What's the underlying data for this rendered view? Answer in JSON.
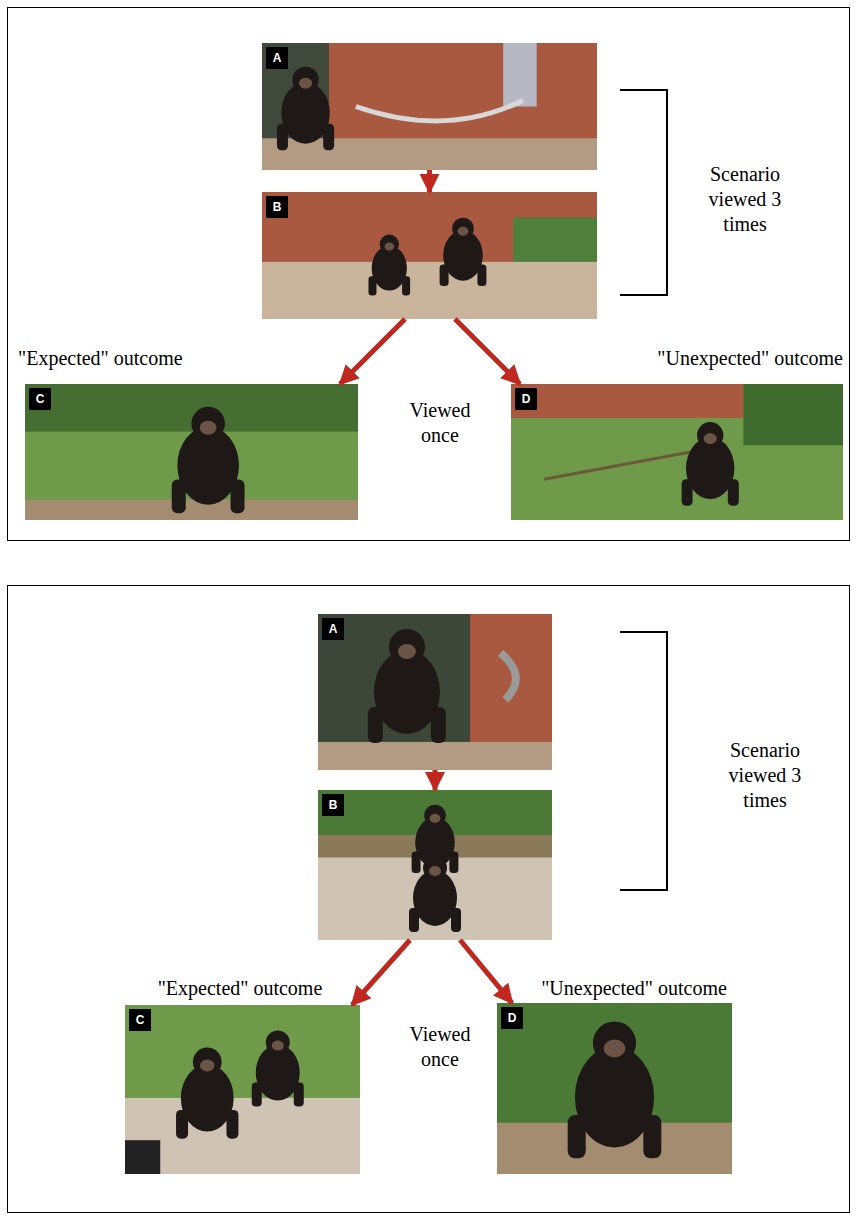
{
  "diagram": {
    "nodes": [
      {
        "text": [
          "A"
        ]
      },
      {
        "text": [
          "B"
        ]
      },
      {
        "text": [
          "C"
        ]
      },
      {
        "text": [
          "D"
        ]
      },
      {
        "text": [
          "A"
        ]
      },
      {
        "text": [
          "B"
        ]
      },
      {
        "text": [
          "C"
        ]
      },
      {
        "text": [
          "D"
        ]
      }
    ],
    "edges": [
      {
        "from": 0,
        "to": 1,
        "arrow": "to"
      },
      {
        "from": 1,
        "to": 2,
        "arrow": "to"
      },
      {
        "from": 1,
        "to": 3,
        "arrow": "to"
      },
      {
        "from": 4,
        "to": 5,
        "arrow": "to"
      },
      {
        "from": 5,
        "to": 6,
        "arrow": "to"
      },
      {
        "from": 5,
        "to": 7,
        "arrow": "to"
      }
    ],
    "labels": [
      "Scenario viewed 3 times",
      "\"Expected\" outcome",
      "Viewed once",
      "\"Unexpected\" outcome",
      "Scenario viewed 3 times",
      "\"Expected\" outcome",
      "Viewed once",
      "\"Unexpected\" outcome"
    ]
  }
}
